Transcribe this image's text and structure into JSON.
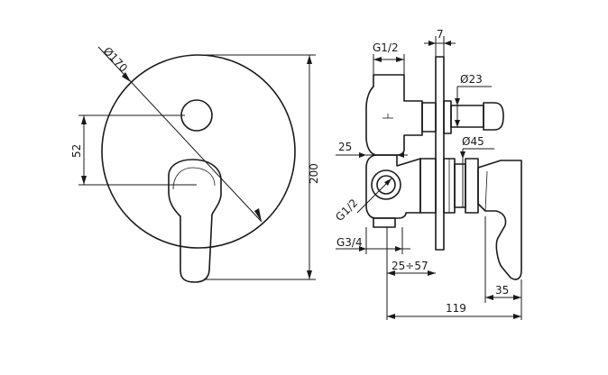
{
  "front_view": {
    "diameter": "Ø170",
    "spacing": "52",
    "height": "200"
  },
  "side_view": {
    "thread_top": "G1/2",
    "plate": "7",
    "knob_diameter": "Ø23",
    "body_diameter": "Ø45",
    "offset": "25",
    "thread_side": "G1/2",
    "thread_bottom": "G3/4",
    "depth_range": "25÷57",
    "lever_width": "35",
    "total_depth": "119"
  }
}
